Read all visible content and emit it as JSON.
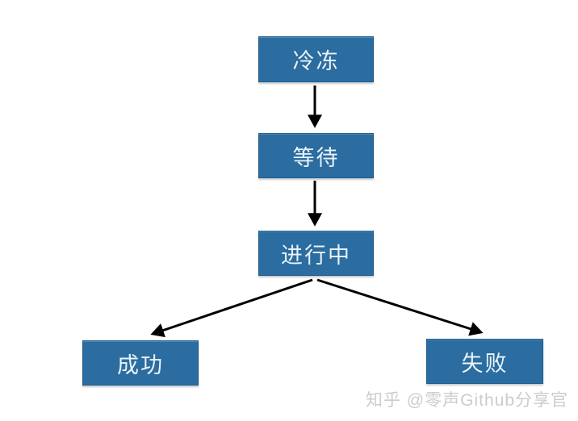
{
  "diagram": {
    "type": "flowchart",
    "nodes": [
      {
        "id": "frozen",
        "label": "冷冻"
      },
      {
        "id": "waiting",
        "label": "等待"
      },
      {
        "id": "in-progress",
        "label": "进行中"
      },
      {
        "id": "success",
        "label": "成功"
      },
      {
        "id": "failed",
        "label": "失败"
      }
    ],
    "edges": [
      {
        "from": "frozen",
        "to": "waiting"
      },
      {
        "from": "waiting",
        "to": "in-progress"
      },
      {
        "from": "in-progress",
        "to": "success"
      },
      {
        "from": "in-progress",
        "to": "failed"
      }
    ]
  },
  "watermark": {
    "text": "知乎 @零声Github分享官"
  },
  "colors": {
    "node_fill": "#2B6DA0",
    "node_border": "#1E5E8E",
    "node_text": "#EAF2F9",
    "arrow": "#000000",
    "watermark": "#CCCCCC",
    "background": "#FFFFFF"
  }
}
